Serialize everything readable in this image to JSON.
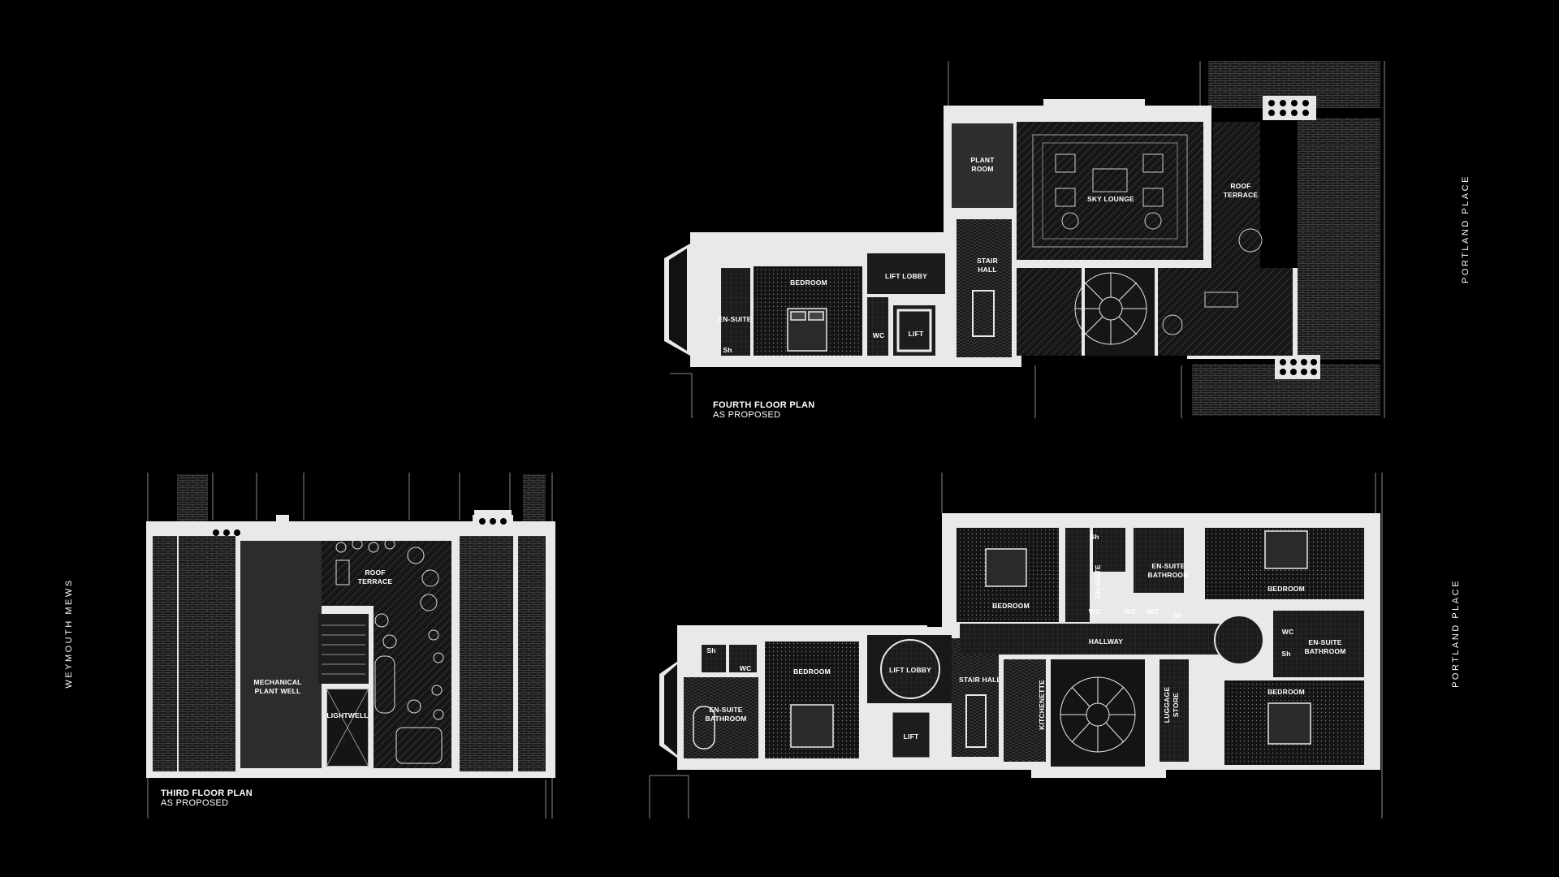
{
  "palette": {
    "background": "#000000",
    "wall": "#e9e9e9",
    "floor": "#1d1d1d",
    "dark": "#0c0c0c",
    "line": "#bdbdbd"
  },
  "streets": {
    "left": "WEYMOUTH    MEWS",
    "right_top": "PORTLAND    PLACE",
    "right_bottom": "PORTLAND    PLACE"
  },
  "fourth_floor": {
    "caption_title": "FOURTH FLOOR  PLAN",
    "caption_sub": "AS PROPOSED",
    "rooms": {
      "plant_room_1": "PLANT",
      "plant_room_2": "ROOM",
      "sky_lounge": "SKY LOUNGE",
      "roof_terrace_1": "ROOF",
      "roof_terrace_2": "TERRACE",
      "stair_hall_1": "STAIR",
      "stair_hall_2": "HALL",
      "lift_lobby": "LIFT LOBBY",
      "bedroom": "BEDROOM",
      "en_suite": "EN-SUITE",
      "wc": "WC",
      "lift": "LIFT",
      "shower": "Sh"
    }
  },
  "third_floor": {
    "caption_title": "THIRD FLOOR PLAN",
    "caption_sub": "AS PROPOSED",
    "rooms": {
      "roof_terrace_1": "ROOF",
      "roof_terrace_2": "TERRACE",
      "mech_1": "MECHANICAL",
      "mech_2": "PLANT WELL",
      "lightwell": "LIGHTWELL"
    }
  },
  "main_floor": {
    "rooms": {
      "bedroom_top": "BEDROOM",
      "ensuite_1": "EN-SUITE",
      "ensuite_bath_1": "EN-SUITE",
      "ensuite_bath_2": "BATHROOM",
      "bedroom_top_right": "BEDROOM",
      "hallway": "HALLWAY",
      "ensuite_bathroom_right_1": "EN-SUITE",
      "ensuite_bathroom_right_2": "BATHROOM",
      "bedroom_bottom_right": "BEDROOM",
      "bedroom_left": "BEDROOM",
      "lift_lobby": "LIFT LOBBY",
      "stair_hall": "STAIR HALL",
      "lift": "LIFT",
      "kitchenette": "KITCHENETTE",
      "luggage_1": "LUGGAGE",
      "luggage_2": "STORE",
      "ensuite_bathroom_left_1": "EN-SUITE",
      "ensuite_bathroom_left_2": "BATHROOM",
      "wc_a": "WC",
      "wc_b": "WC",
      "wc_c": "WC",
      "wc_d": "WC",
      "wc_e": "WC",
      "sh_a": "Sh",
      "sh_b": "Sh",
      "sh_c": "Sh",
      "sh_d": "Sh"
    }
  }
}
